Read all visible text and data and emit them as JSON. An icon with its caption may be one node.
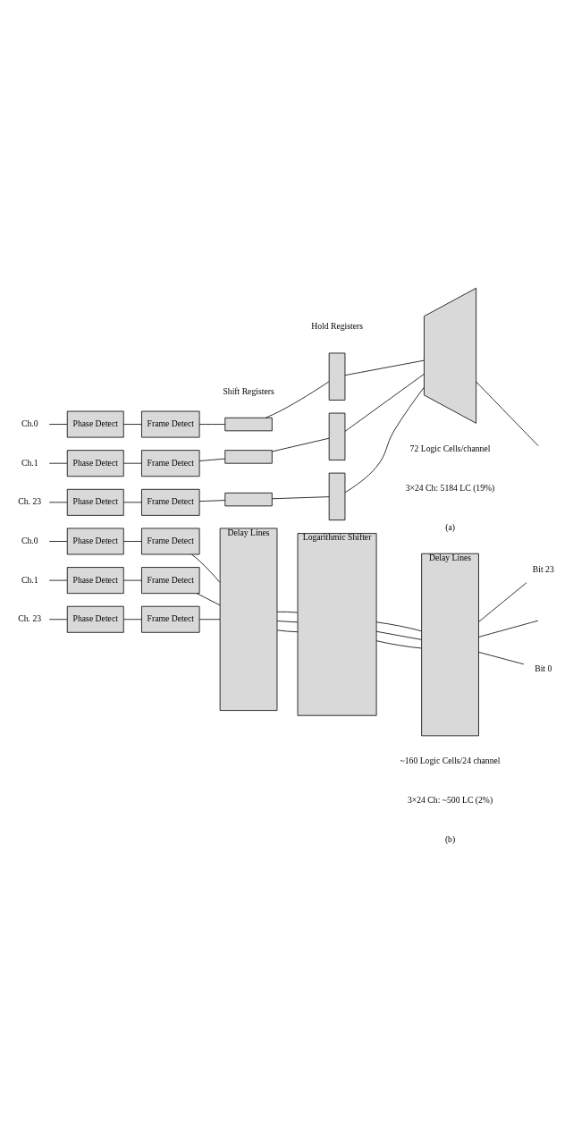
{
  "diagram": {
    "nodes": [
      {
        "text": [
          "Ch.0"
        ]
      },
      {
        "text": [
          "Phase Detect"
        ]
      },
      {
        "text": [
          "Frame Detect"
        ]
      },
      {
        "text": [],
        "shape": "box"
      },
      {
        "text": [],
        "shape": "bar"
      },
      {
        "text": [
          "Ch.1"
        ]
      },
      {
        "text": [
          "Phase Detect"
        ]
      },
      {
        "text": [
          "Frame Detect"
        ]
      },
      {
        "text": [],
        "shape": "box"
      },
      {
        "text": [],
        "shape": "bar"
      },
      {
        "text": [
          "Ch. 23"
        ]
      },
      {
        "text": [
          "Phase Detect"
        ]
      },
      {
        "text": [
          "Frame Detect"
        ]
      },
      {
        "text": [],
        "shape": "box"
      },
      {
        "text": [],
        "shape": "bar"
      },
      {
        "text": [],
        "shape": "trapezoid"
      },
      {
        "text": [
          "Ch.0"
        ]
      },
      {
        "text": [
          "Phase Detect"
        ]
      },
      {
        "text": [
          "Frame Detect"
        ]
      },
      {
        "text": [
          "Ch.1"
        ]
      },
      {
        "text": [
          "Phase Detect"
        ]
      },
      {
        "text": [
          "Frame Detect"
        ]
      },
      {
        "text": [
          "Ch. 23"
        ]
      },
      {
        "text": [
          "Phase Detect"
        ]
      },
      {
        "text": [
          "Frame Detect"
        ]
      },
      {
        "text": [
          "Delay Lines"
        ]
      },
      {
        "text": [
          "Logarithmic Shifter"
        ]
      },
      {
        "text": [
          "Delay Lines"
        ]
      },
      {
        "text": [
          "Bit 23"
        ]
      },
      {
        "text": [
          "Bit 0"
        ]
      }
    ],
    "edges": [
      {
        "from": 0,
        "to": 1,
        "arrow": "none"
      },
      {
        "from": 1,
        "to": 2,
        "arrow": "none"
      },
      {
        "from": 2,
        "to": 3,
        "arrow": "none"
      },
      {
        "from": 3,
        "to": 4,
        "arrow": "none"
      },
      {
        "from": 4,
        "to": 15,
        "arrow": "none"
      },
      {
        "from": 5,
        "to": 6,
        "arrow": "none"
      },
      {
        "from": 6,
        "to": 7,
        "arrow": "none"
      },
      {
        "from": 7,
        "to": 8,
        "arrow": "none"
      },
      {
        "from": 8,
        "to": 9,
        "arrow": "none"
      },
      {
        "from": 9,
        "to": 15,
        "arrow": "none"
      },
      {
        "from": 10,
        "to": 11,
        "arrow": "none"
      },
      {
        "from": 11,
        "to": 12,
        "arrow": "none"
      },
      {
        "from": 12,
        "to": 13,
        "arrow": "none"
      },
      {
        "from": 13,
        "to": 14,
        "arrow": "none"
      },
      {
        "from": 14,
        "to": 15,
        "arrow": "none"
      },
      {
        "from": 15,
        "to": null,
        "arrow": "none"
      },
      {
        "from": 16,
        "to": 17,
        "arrow": "none"
      },
      {
        "from": 17,
        "to": 18,
        "arrow": "none"
      },
      {
        "from": 18,
        "to": 25,
        "arrow": "none"
      },
      {
        "from": 19,
        "to": 20,
        "arrow": "none"
      },
      {
        "from": 20,
        "to": 21,
        "arrow": "none"
      },
      {
        "from": 21,
        "to": 25,
        "arrow": "none"
      },
      {
        "from": 22,
        "to": 23,
        "arrow": "none"
      },
      {
        "from": 23,
        "to": 24,
        "arrow": "none"
      },
      {
        "from": 24,
        "to": 25,
        "arrow": "none"
      },
      {
        "from": 25,
        "to": 26,
        "arrow": "none"
      },
      {
        "from": 25,
        "to": 26,
        "arrow": "none"
      },
      {
        "from": 25,
        "to": 26,
        "arrow": "none"
      },
      {
        "from": 26,
        "to": 27,
        "arrow": "none"
      },
      {
        "from": 26,
        "to": 27,
        "arrow": "none"
      },
      {
        "from": 26,
        "to": 27,
        "arrow": "none"
      },
      {
        "from": 27,
        "to": 28,
        "arrow": "none"
      },
      {
        "from": 27,
        "to": null,
        "arrow": "none"
      },
      {
        "from": 27,
        "to": 29,
        "arrow": "none"
      }
    ],
    "labels": [
      "Shift Registers",
      "Hold Registers",
      "72 Logic Cells/channel",
      "3×24 Ch: 5184 LC (19%)",
      "(a)",
      "~160 Logic Cells/24 channel",
      "3×24 Ch: ~500 LC (2%)",
      "(b)"
    ]
  }
}
